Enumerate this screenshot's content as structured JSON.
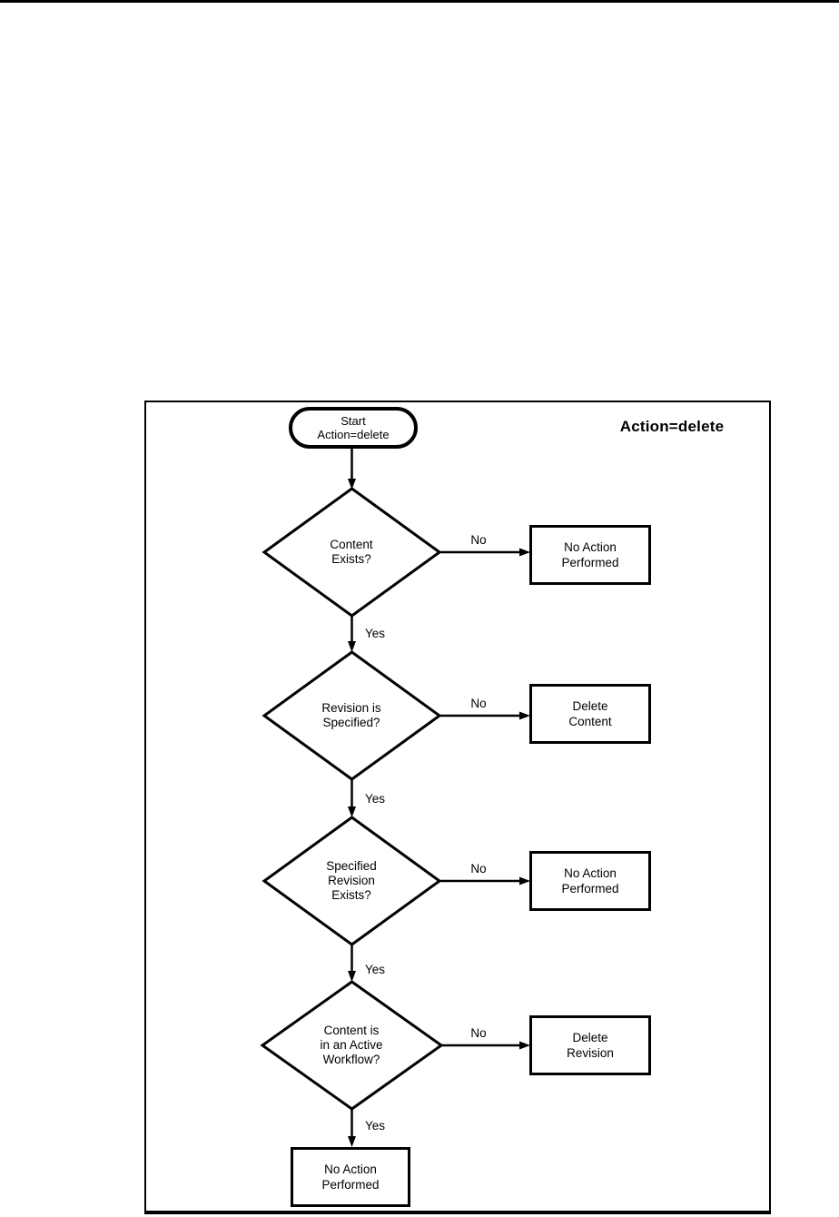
{
  "flowchart": {
    "corner_label": "Action=delete",
    "start_node": {
      "text": "Start\nAction=delete"
    },
    "decisions": [
      {
        "question": "Content\nExists?",
        "no_label": "No",
        "yes_label": "Yes",
        "no_result": "No Action\nPerformed"
      },
      {
        "question": "Revision is\nSpecified?",
        "no_label": "No",
        "yes_label": "Yes",
        "no_result": "Delete\nContent"
      },
      {
        "question": "Specified\nRevision\nExists?",
        "no_label": "No",
        "yes_label": "Yes",
        "no_result": "No Action\nPerformed"
      },
      {
        "question": "Content is\nin an Active\nWorkflow?",
        "no_label": "No",
        "yes_label": "Yes",
        "no_result": "Delete\nRevision"
      }
    ],
    "end_node": {
      "text": "No Action\nPerformed"
    },
    "colors": {
      "ink": "#000000",
      "background": "#ffffff"
    }
  }
}
